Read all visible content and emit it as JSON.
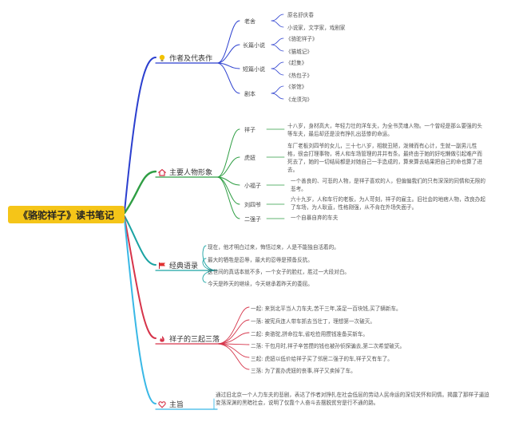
{
  "root": "《骆驼祥子》读书笔记",
  "colors": {
    "root_bg": "#f5c518",
    "blue": "#2b3fcf",
    "green": "#2f9e44",
    "teal": "#1aa3a3",
    "red": "#d6344a",
    "cyan": "#39b8e6"
  },
  "branches": {
    "author": {
      "label": "作者及代表作",
      "icon": "lightbulb-icon",
      "subs": [
        {
          "label": "老舍",
          "leaves": [
            "原名舒庆春",
            "小说家，文学家，戏剧家"
          ]
        },
        {
          "label": "长篇小说",
          "leaves": [
            "《骆驼祥子》",
            "《猫城记》"
          ]
        },
        {
          "label": "短篇小说",
          "leaves": [
            "《赶集》",
            "《热包子》"
          ]
        },
        {
          "label": "剧本",
          "leaves": [
            "《茶馆》",
            "《龙须沟》"
          ]
        }
      ]
    },
    "characters": {
      "label": "主要人物形象",
      "icon": "house-icon",
      "subs": [
        {
          "label": "祥子",
          "desc": "十八岁，身材高大，年轻力壮的洋车夫，为全书灵魂人物。一个曾经是那么要强的头等车夫，最后却还是没有挣扎出悲惨的命运。"
        },
        {
          "label": "虎妞",
          "desc": "车厂老板刘四爷的女儿，三十七八岁，相貌丑陋，泼辣而有心计，生就一副男儿性格，很会打理事物，将人和车场管理的井井有条。最终由于她的好吃懒做引起难产而死去了，她的一切结局都是对她自己一手造成的，算来算去结果把自己的命也算了进去。"
        },
        {
          "label": "小福子",
          "desc": "一个善良的、可悲的人物，是祥子喜欢的人，但偏偏我们的只有深深的同情和无限的悲考。"
        },
        {
          "label": "刘四爷",
          "desc": "六十九岁，人和车行的老板，为人苛刻，祥子的雇主。旧社会的地痞人物，改良办起了车场，为人耿直，性格刚强，从不肯在外场失面子。"
        },
        {
          "label": "二强子",
          "desc": "一个自暴自弃的车夫"
        }
      ]
    },
    "quotes": {
      "label": "经典语录",
      "icon": "flag-icon",
      "items": [
        "现在，他才明白过来，悔悟过来，人是不能独自活着的。",
        "最大的牺牲是忍辱，最大的忍辱是预备反抗。",
        "这世间的真话本就不多，一个女子的脸红，胜过一大段对白。",
        "今天是昨天的继续，今天继承着昨天的委屈。"
      ]
    },
    "ups_downs": {
      "label": "祥子的三起三落",
      "icon": "flame-icon",
      "items": [
        "一起: 来到北平当人力车夫,苦干三年,凑足一百块钱,买了辆新车。",
        "一落: 被宪兵连人带车抓去当壮丁，理想第一次破灭。",
        "二起: 卖骆驼,拼命拉车,省吃俭用攒钱准备买新车。",
        "二落: 干包月时,祥子辛苦攒的钱也被孙侦探骗去,第二次希望破灭。",
        "三起: 虎妞以低价给祥子买了邻居二强子的车,祥子又有车了。",
        "三落: 为了置办虎妞的丧事,祥子又卖掉了车。"
      ]
    },
    "theme": {
      "label": "主旨",
      "icon": "heart-icon",
      "desc": "通过旧北京一个人力车夫的悲剧，表达了作者对挣扎在社会低层的劳动人民命运的深切关怀和同情。揭露了那样子逼迫变落深渊的黑暗社会，说明了仅靠个人奋斗去摆脱贫穷是行不通的路。"
    }
  }
}
